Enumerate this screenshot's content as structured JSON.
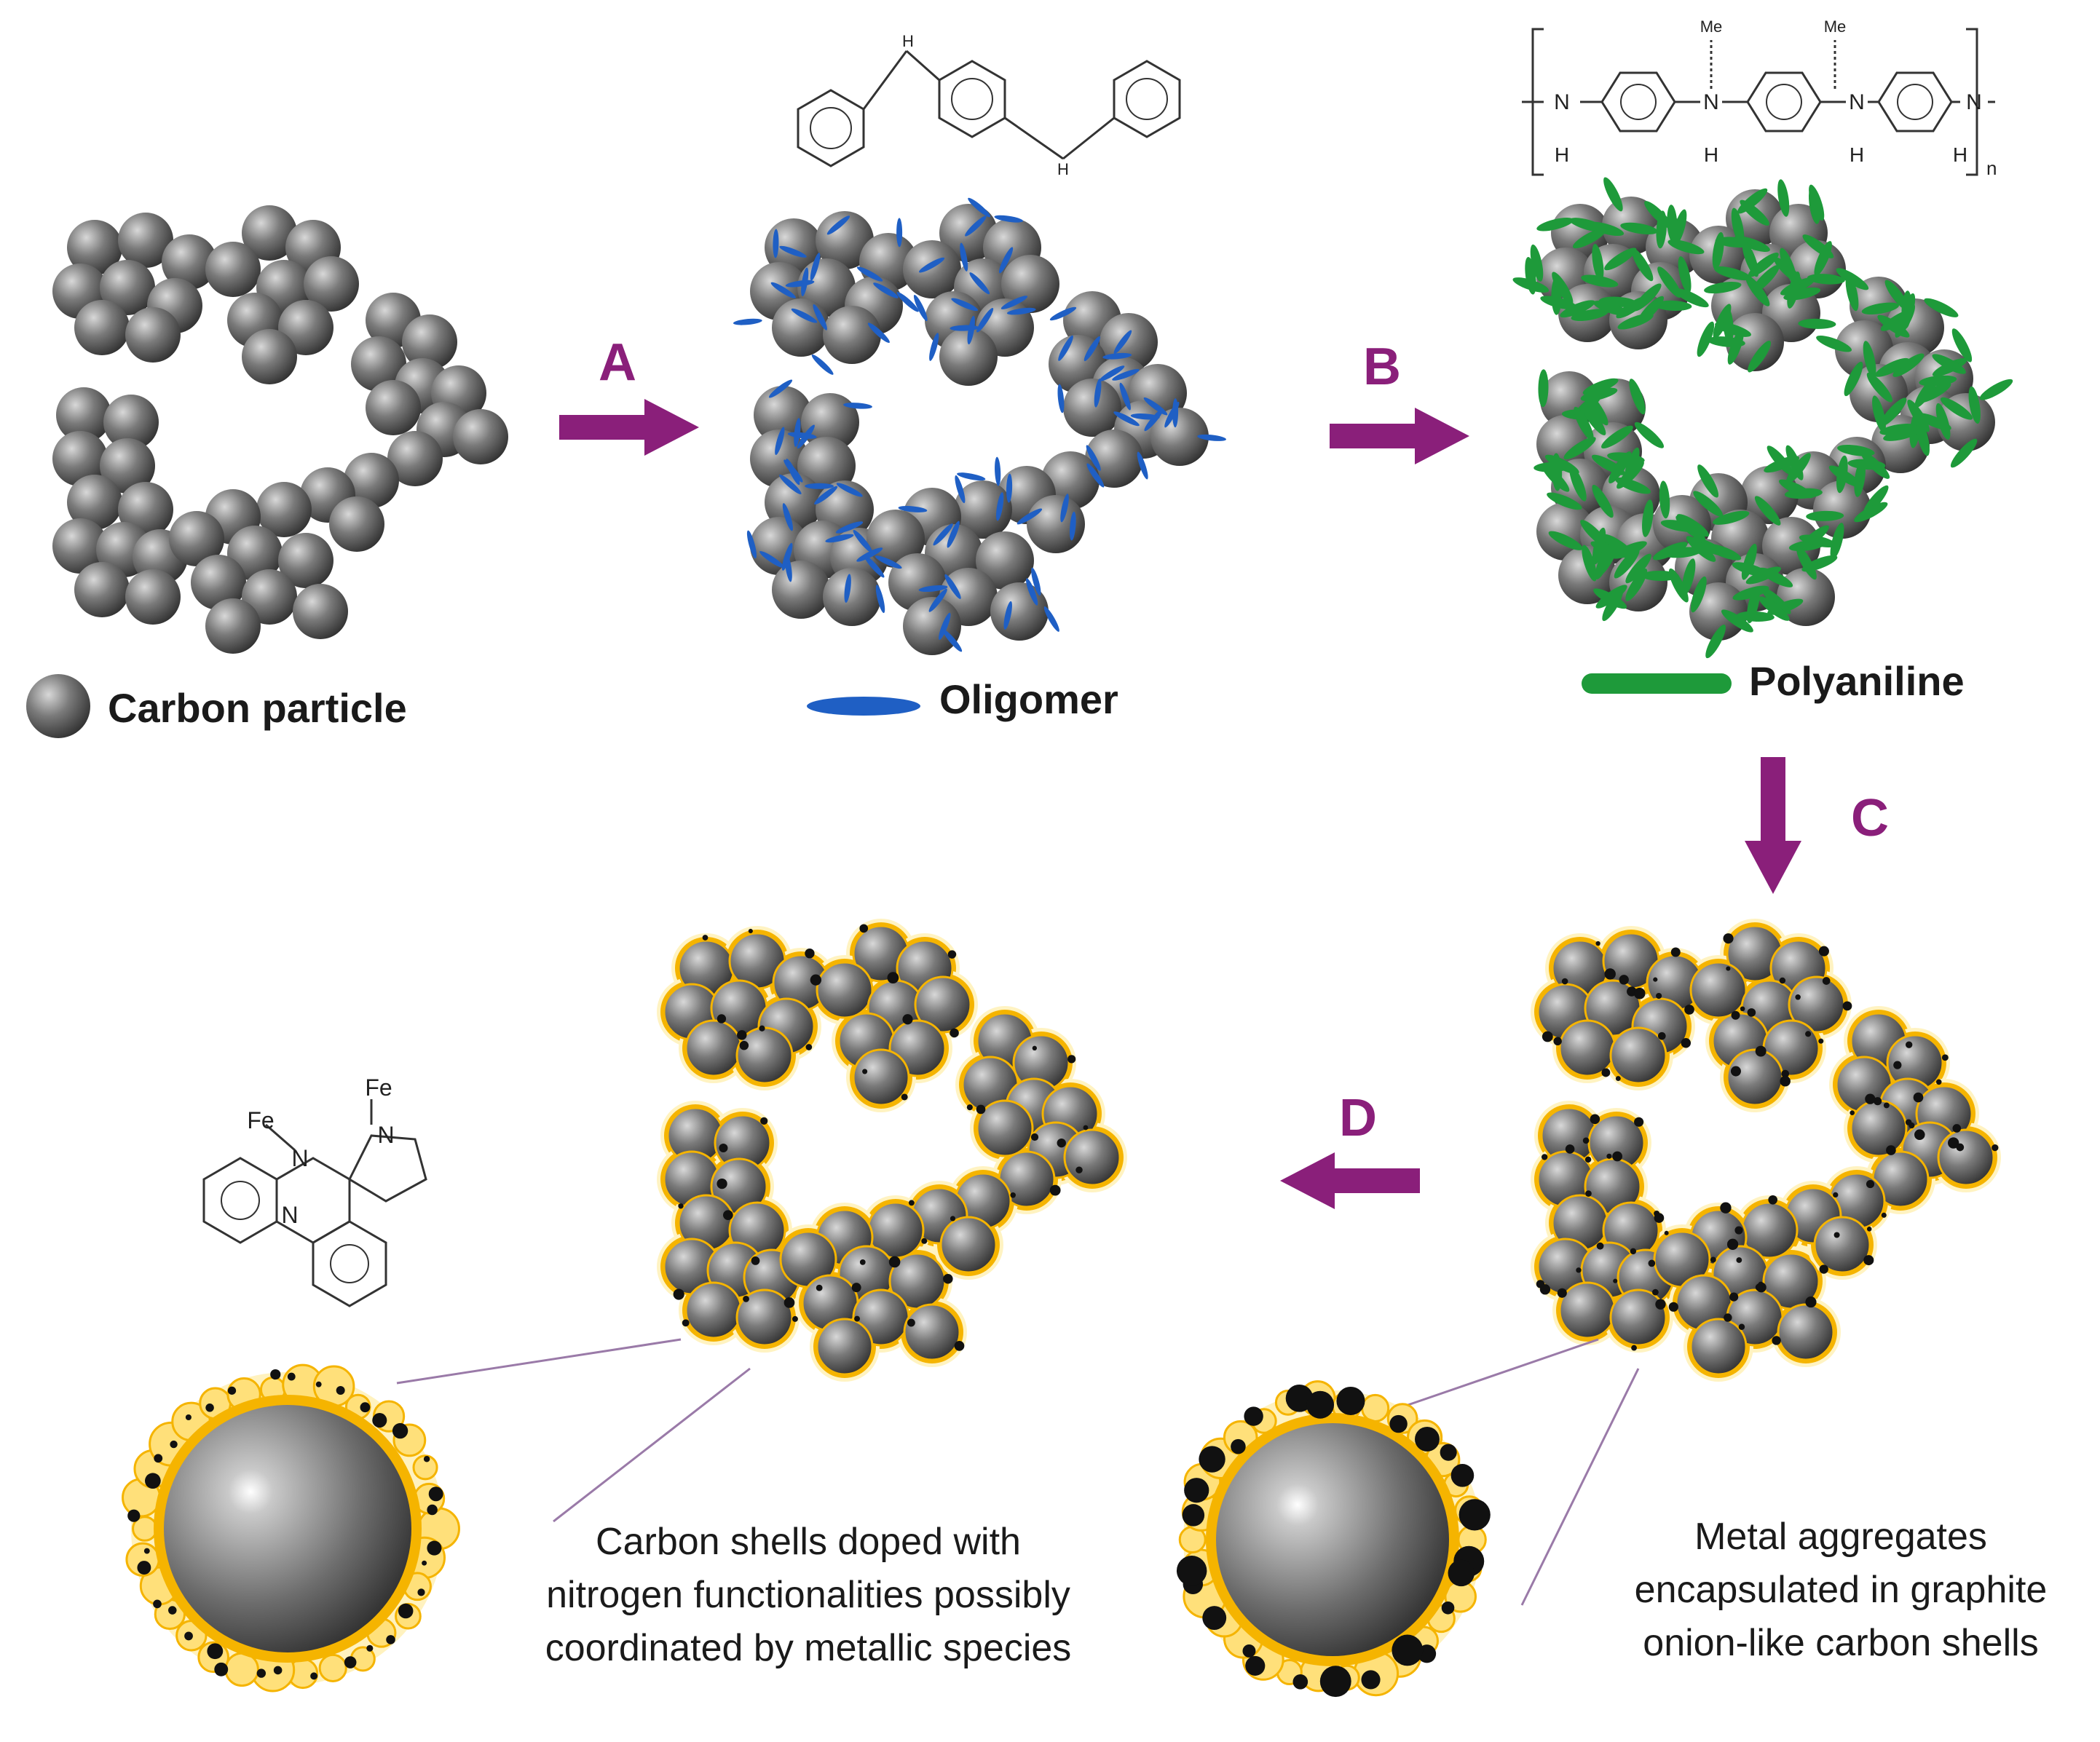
{
  "legend": {
    "carbon_particle": "Carbon particle",
    "oligomer": "Oligomer",
    "polyaniline": "Polyaniline"
  },
  "steps": {
    "a": "A",
    "b": "B",
    "c": "C",
    "d": "D"
  },
  "captions": {
    "left": [
      "Carbon shells doped with",
      "nitrogen functionalities possibly",
      "coordinated by metallic species"
    ],
    "right": [
      "Metal aggregates",
      "encapsulated in graphite",
      "onion-like carbon shells"
    ]
  },
  "chem": {
    "h": "H",
    "me": "Me",
    "nh": "N",
    "n_subscript": "n",
    "fe": "Fe",
    "n": "N"
  },
  "colors": {
    "carbon_particle": "#6b6b6b",
    "oligomer": "#1f5fc4",
    "polyaniline": "#1e9a3a",
    "shell": "#f5b400",
    "arrow": "#8a1f7a",
    "metal_dot": "#111111"
  }
}
